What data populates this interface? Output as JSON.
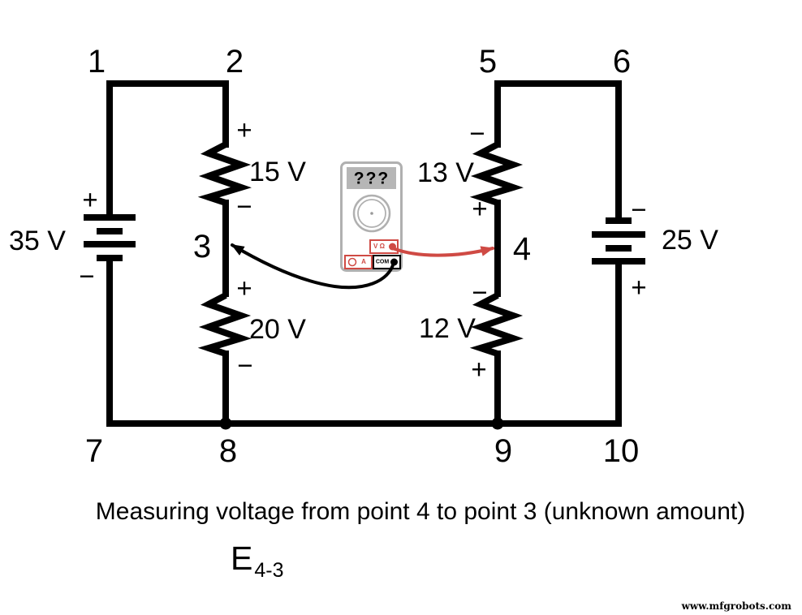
{
  "figure": {
    "caption": "Measuring voltage from point 4 to point 3 (unknown amount)",
    "equation": {
      "base": "E",
      "subscript": "4-3"
    },
    "watermark": "www.mfgrobots.com"
  },
  "circuit": {
    "nodes": {
      "p1": {
        "label": "1"
      },
      "p2": {
        "label": "2"
      },
      "p3": {
        "label": "3"
      },
      "p4": {
        "label": "4"
      },
      "p5": {
        "label": "5"
      },
      "p6": {
        "label": "6"
      },
      "p7": {
        "label": "7"
      },
      "p8": {
        "label": "8"
      },
      "p9": {
        "label": "9"
      },
      "p10": {
        "label": "10"
      }
    },
    "components": {
      "battery_left": {
        "value": "35 V",
        "polarity_top": "+",
        "polarity_bottom": "−"
      },
      "battery_right": {
        "value": "25 V",
        "polarity_top": "−",
        "polarity_bottom": "+"
      },
      "resistor_15v": {
        "value": "15 V",
        "polarity_top": "+",
        "polarity_bottom": "−"
      },
      "resistor_20v": {
        "value": "20 V",
        "polarity_top": "+",
        "polarity_bottom": "−"
      },
      "resistor_13v": {
        "value": "13 V",
        "polarity_top": "−",
        "polarity_bottom": "+"
      },
      "resistor_12v": {
        "value": "12 V",
        "polarity_top": "−",
        "polarity_bottom": "+"
      }
    }
  },
  "multimeter": {
    "display_value": "???",
    "jacks": {
      "volt_ohm": "V Ω",
      "ampere": "A",
      "common": "COM"
    }
  },
  "colors": {
    "wire": "#000000",
    "lead_red": "#cf4a44",
    "meter_gray": "#b0b0b0",
    "display_gray": "#b6b6b6"
  }
}
